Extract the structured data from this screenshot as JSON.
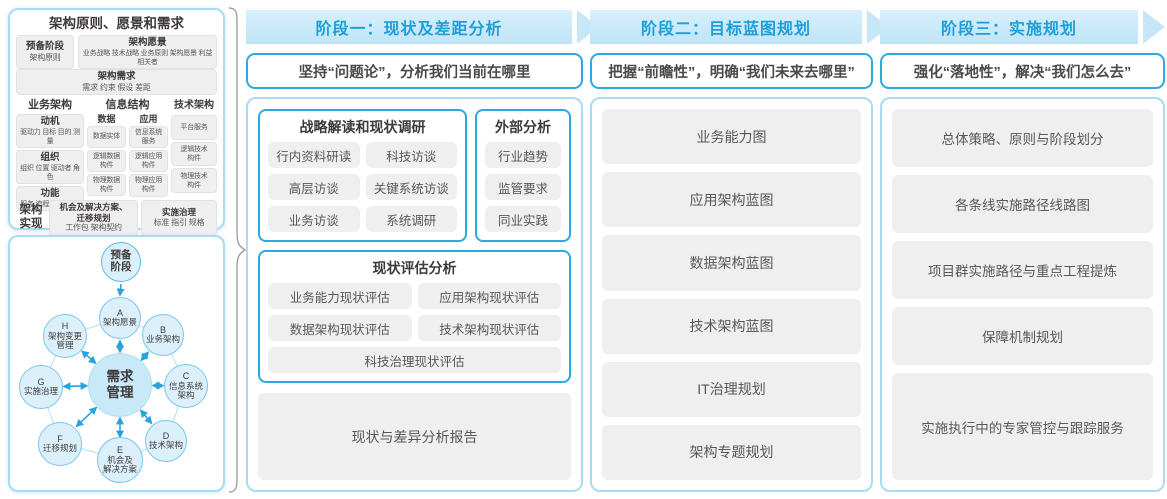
{
  "colors": {
    "accent_blue": "#29ABE2",
    "banner_fill": "#C7E7F8",
    "banner_text": "#1E9FD9",
    "panel_border": "#A9DBF5",
    "box_gray": "#EFEFEF",
    "text_dark": "#3E3A39",
    "text_gray": "#595757"
  },
  "left_top": {
    "title": "架构原则、愿景和需求",
    "prep": {
      "t": "预备阶段",
      "s": "架构原则"
    },
    "vision": {
      "t": "架构愿景",
      "s": "业务战略 技术战略 业务原则 架构愿景 利益相关者"
    },
    "requirement": {
      "t": "架构需求",
      "s": "需求   约束   假设   差距"
    },
    "business": {
      "h": "业务架构",
      "b": [
        {
          "t": "动机",
          "s": "驱动力 目标 目的 测量"
        },
        {
          "t": "组织",
          "s": "组织 位置 驱动者 角色"
        },
        {
          "t": "功能",
          "s": "服务 流程 控制 功能"
        }
      ]
    },
    "info": {
      "h": "信息结构",
      "data_h": "数据",
      "data_items": [
        "数据实体",
        "逻辑数据\n构件",
        "物理数据\n构件"
      ],
      "app_h": "应用",
      "app_items": [
        "信息系统\n服务",
        "逻辑应用\n构件",
        "物理应用\n构件"
      ]
    },
    "tech": {
      "h": "技术架构",
      "items": [
        "平台服务",
        "逻辑技术\n构件",
        "物理技术\n构件"
      ]
    },
    "impl": {
      "label": "架构\n实现",
      "b": [
        {
          "t": "机会及解决方案、\n迁移规划",
          "s": "工作包  架构契约"
        },
        {
          "t": "实施治理",
          "s": "标准  指引  规格"
        }
      ]
    }
  },
  "cycle": {
    "prep": "预备\n阶段",
    "center": "需求\n管理",
    "nodes": [
      {
        "letter": "A",
        "label": "架构愿景"
      },
      {
        "letter": "B",
        "label": "业务架构"
      },
      {
        "letter": "C",
        "label": "信息系统\n架构"
      },
      {
        "letter": "D",
        "label": "技术架构"
      },
      {
        "letter": "E",
        "label": "机会及\n解决方案"
      },
      {
        "letter": "F",
        "label": "迁移规划"
      },
      {
        "letter": "G",
        "label": "实施治理"
      },
      {
        "letter": "H",
        "label": "架构变更\n管理"
      }
    ]
  },
  "phases": [
    {
      "banner": "阶段一：现状及差距分析",
      "slogan": "坚持“问题论”，分析我们当前在哪里",
      "group1": {
        "title": "战略解读和现状调研",
        "items": [
          "行内资料研读",
          "科技访谈",
          "高层访谈",
          "关键系统访谈",
          "业务访谈",
          "系统调研"
        ]
      },
      "group2": {
        "title": "外部分析",
        "items": [
          "行业趋势",
          "监管要求",
          "同业实践"
        ]
      },
      "group3": {
        "title": "现状评估分析",
        "items": [
          "业务能力现状评估",
          "应用架构现状评估",
          "数据架构现状评估",
          "技术架构现状评估",
          "科技治理现状评估"
        ]
      },
      "report": "现状与差异分析报告"
    },
    {
      "banner": "阶段二：目标蓝图规划",
      "slogan": "把握“前瞻性”，明确“我们未来去哪里”",
      "items": [
        "业务能力图",
        "应用架构蓝图",
        "数据架构蓝图",
        "技术架构蓝图",
        "IT治理规划",
        "架构专题规划"
      ]
    },
    {
      "banner": "阶段三：实施规划",
      "slogan": "强化“落地性”，解决“我们怎么去”",
      "items": [
        "总体策略、原则与阶段划分",
        "各条线实施路径线路图",
        "项目群实施路径与重点工程提炼",
        "保障机制规划",
        "实施执行中的专家管控与跟踪服务"
      ]
    }
  ]
}
